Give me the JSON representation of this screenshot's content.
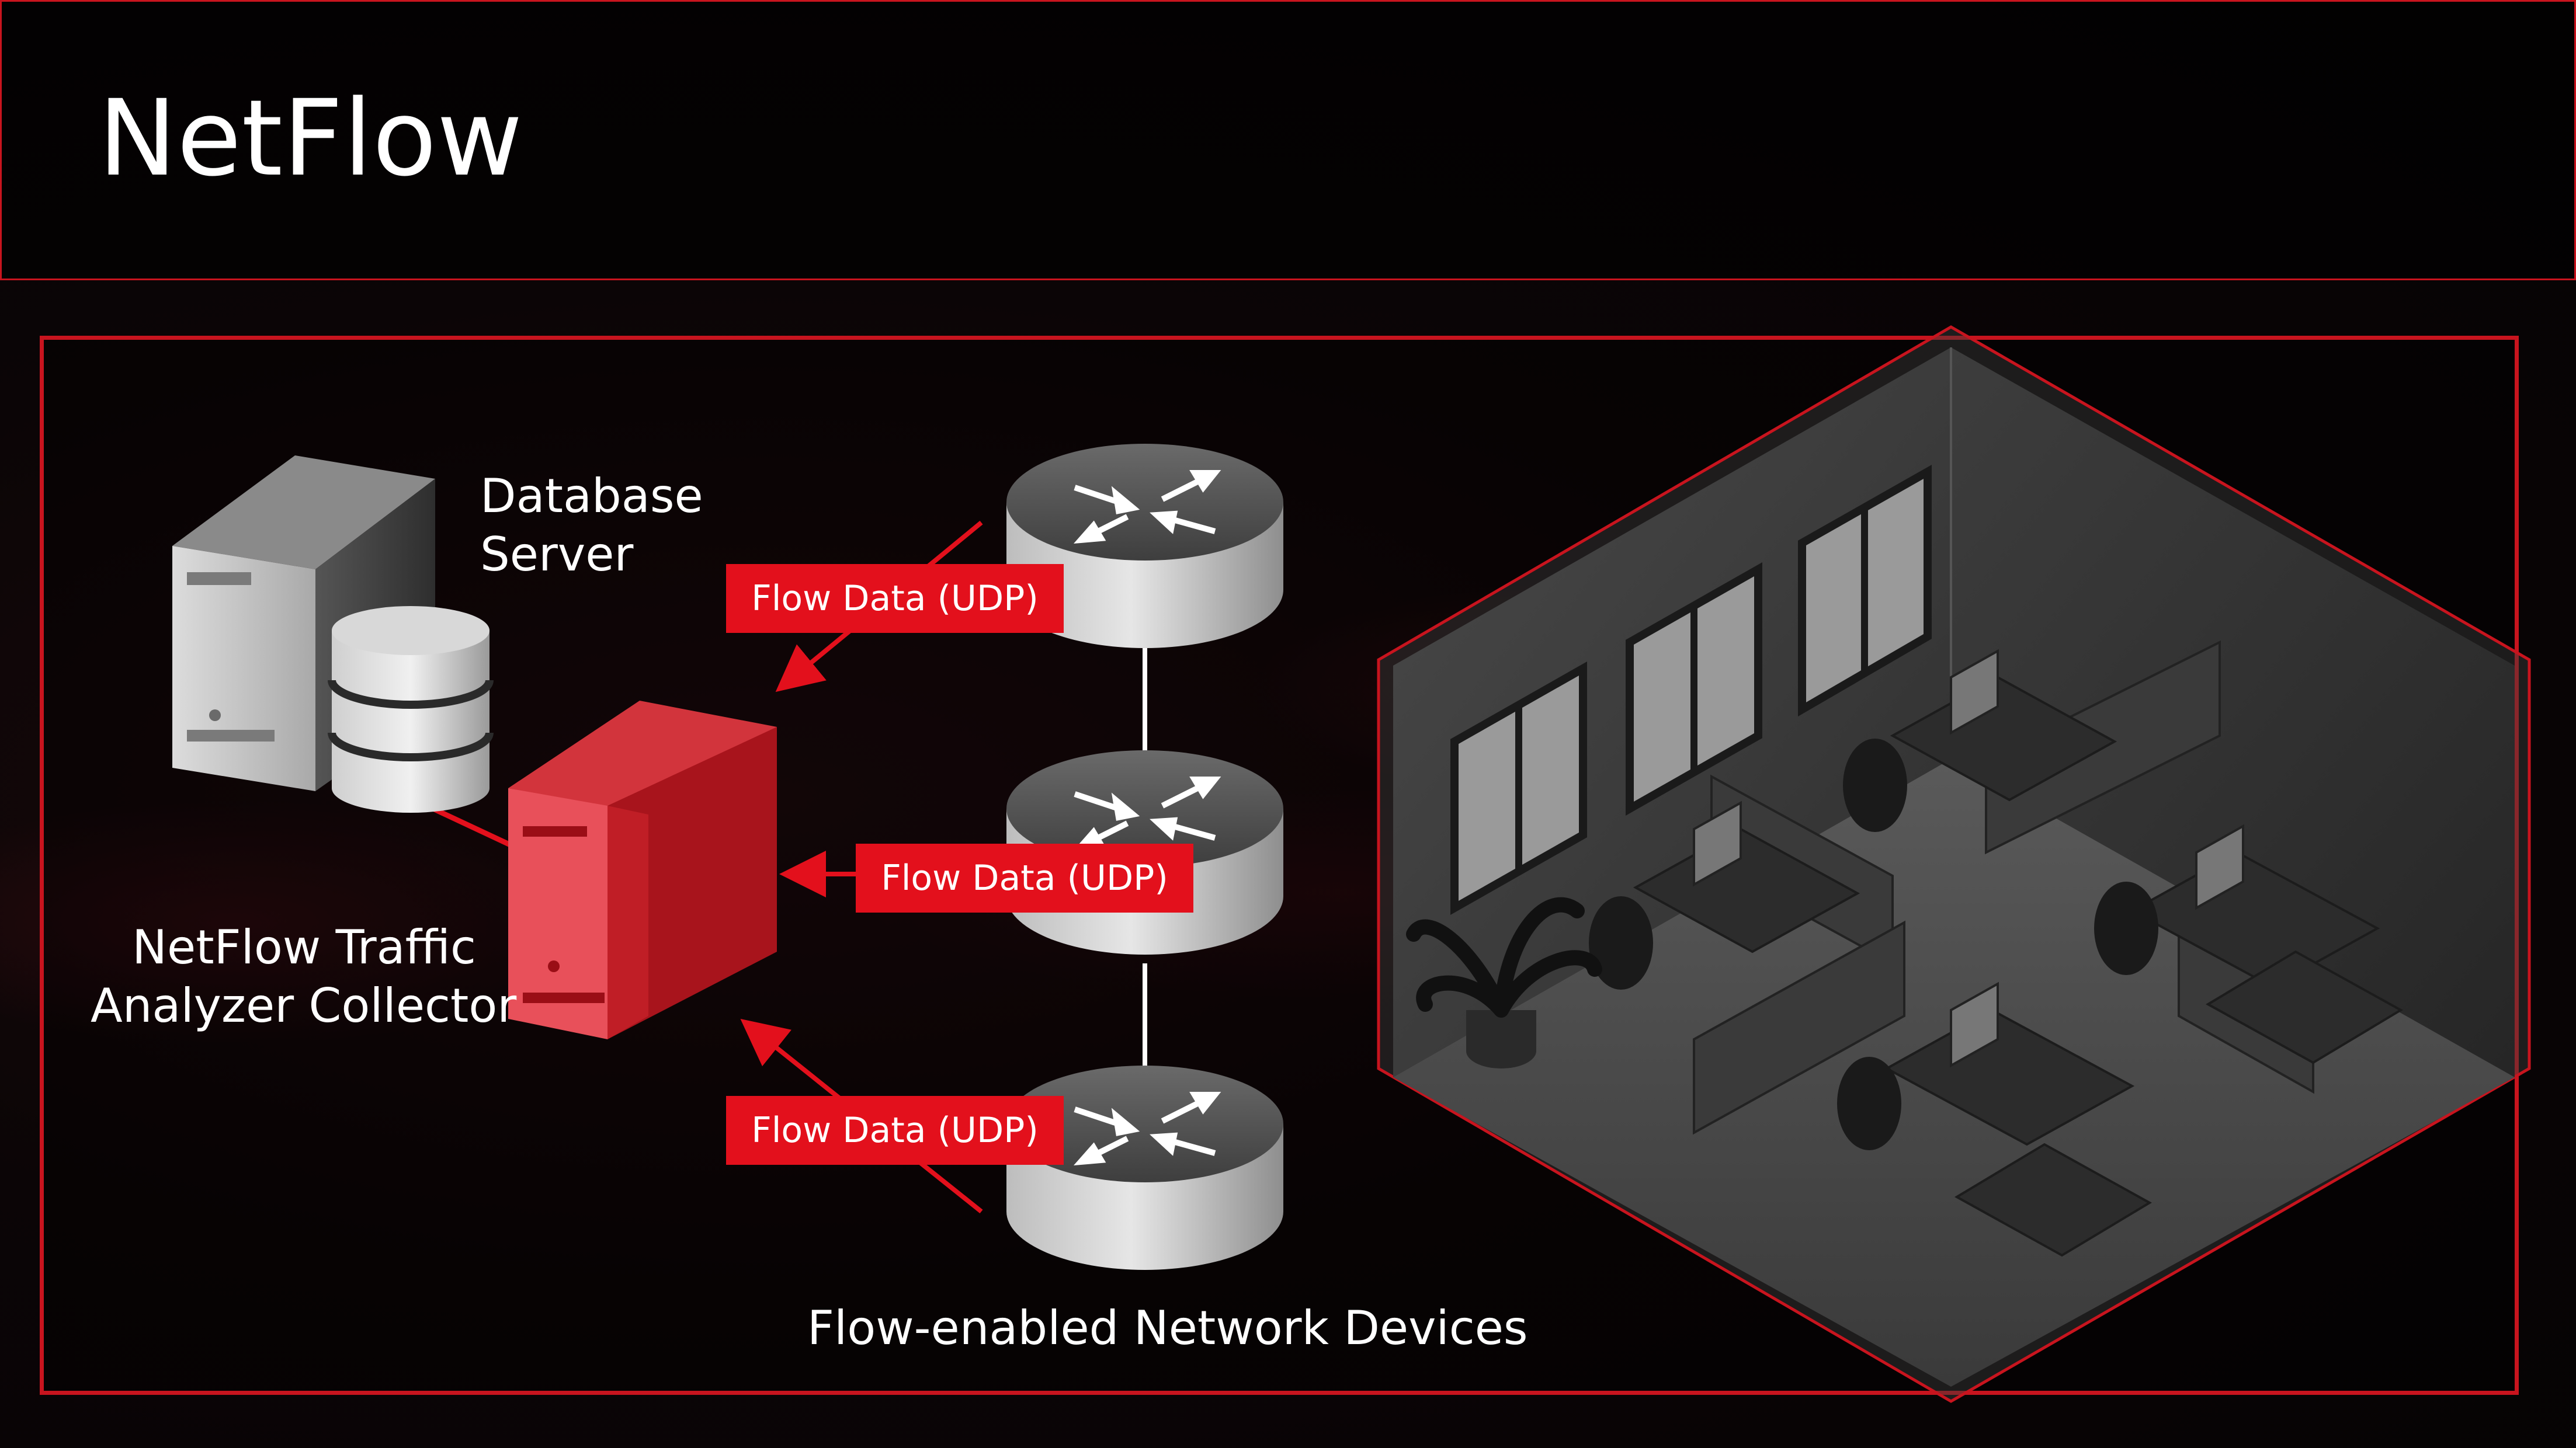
{
  "title": "NetFlow",
  "labels": {
    "database_server": [
      "Database",
      "Server"
    ],
    "collector": [
      "NetFlow Traffic",
      "Analyzer Collector"
    ],
    "devices": "Flow-enabled Network Devices"
  },
  "flows": [
    {
      "label": "Flow Data (UDP)"
    },
    {
      "label": "Flow Data (UDP)"
    },
    {
      "label": "Flow Data (UDP)"
    }
  ],
  "colors": {
    "accent": "#e3101c",
    "border": "#c8141e"
  }
}
